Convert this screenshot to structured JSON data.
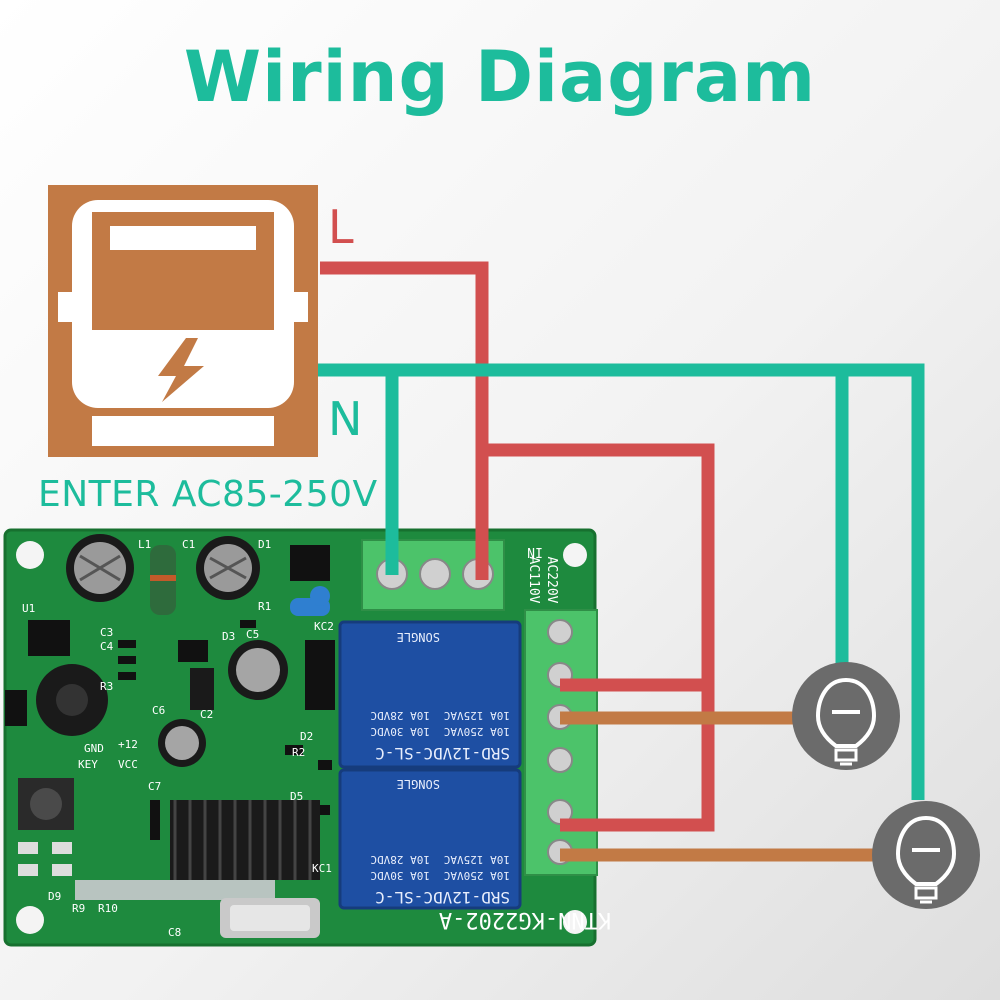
{
  "title": "Wiring Diagram",
  "labels": {
    "line": "L",
    "neutral": "N",
    "input_range": "ENTER AC85-250V"
  },
  "board": {
    "model": "KTNN-KG2202-A",
    "input_marks": [
      "IN",
      "AC110V",
      "AC220V"
    ],
    "relay": {
      "top_line": "SRD-12VDC-SL-C",
      "ratings": [
        "10A 250VAC",
        "10A 30VDC",
        "10A 125VAC",
        "10A 28VDC"
      ],
      "brand": "SONGLE"
    },
    "silkscreen": [
      "KEY",
      "GND",
      "VCC",
      "+12",
      "KC1",
      "KC2",
      "U1",
      "L1",
      "C1",
      "D1",
      "D2",
      "D3",
      "D5",
      "D9",
      "R1",
      "R2",
      "R3",
      "R9",
      "R10",
      "C2",
      "C3",
      "C4",
      "C5",
      "C6",
      "C7",
      "C8"
    ]
  },
  "icons": [
    "power-meter-icon",
    "lightning-icon",
    "bulb-icon"
  ],
  "colors": {
    "title": "#1dbc9c",
    "live_wire": "#d24f4f",
    "neutral_wire": "#1dbc9c",
    "load_wire": "#c27a45",
    "meter": "#c27a45",
    "pcb": "#1e8a3e",
    "terminal": "#4cc36a",
    "relay": "#1e4fa3",
    "bulb_circle": "#6b6b6b"
  }
}
